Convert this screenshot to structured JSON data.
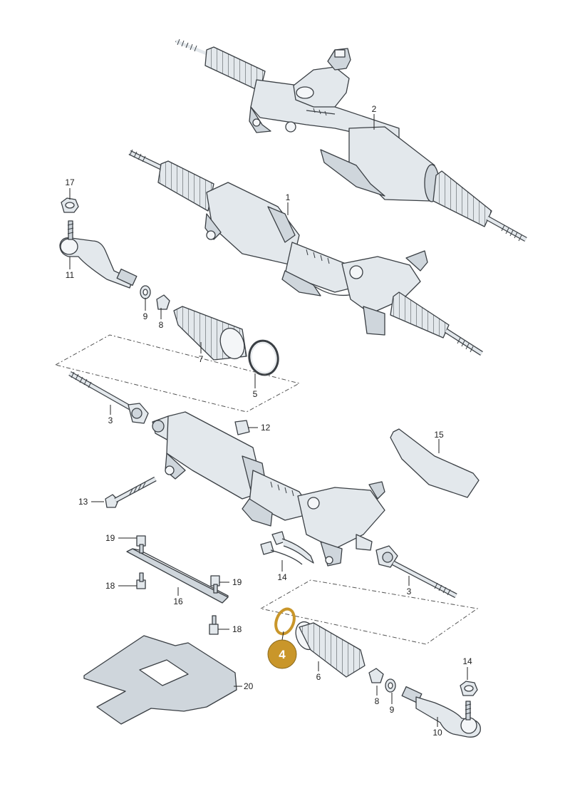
{
  "diagram": {
    "highlight_color": "#c9962a",
    "callouts": [
      {
        "id": "p1",
        "text": "1"
      },
      {
        "id": "p2",
        "text": "2"
      },
      {
        "id": "p3a",
        "text": "3"
      },
      {
        "id": "p3b",
        "text": "3"
      },
      {
        "id": "p4",
        "text": "4",
        "highlighted": true
      },
      {
        "id": "p5",
        "text": "5"
      },
      {
        "id": "p6",
        "text": "6"
      },
      {
        "id": "p7",
        "text": "7"
      },
      {
        "id": "p8a",
        "text": "8"
      },
      {
        "id": "p8b",
        "text": "8"
      },
      {
        "id": "p9a",
        "text": "9"
      },
      {
        "id": "p9b",
        "text": "9"
      },
      {
        "id": "p10",
        "text": "10"
      },
      {
        "id": "p11",
        "text": "11"
      },
      {
        "id": "p12",
        "text": "12"
      },
      {
        "id": "p13",
        "text": "13"
      },
      {
        "id": "p14a",
        "text": "14"
      },
      {
        "id": "p14b",
        "text": "14"
      },
      {
        "id": "p15",
        "text": "15"
      },
      {
        "id": "p16",
        "text": "16"
      },
      {
        "id": "p17",
        "text": "17"
      },
      {
        "id": "p18a",
        "text": "18"
      },
      {
        "id": "p18b",
        "text": "18"
      },
      {
        "id": "p19a",
        "text": "19"
      },
      {
        "id": "p19b",
        "text": "19"
      },
      {
        "id": "p20",
        "text": "20"
      }
    ]
  }
}
